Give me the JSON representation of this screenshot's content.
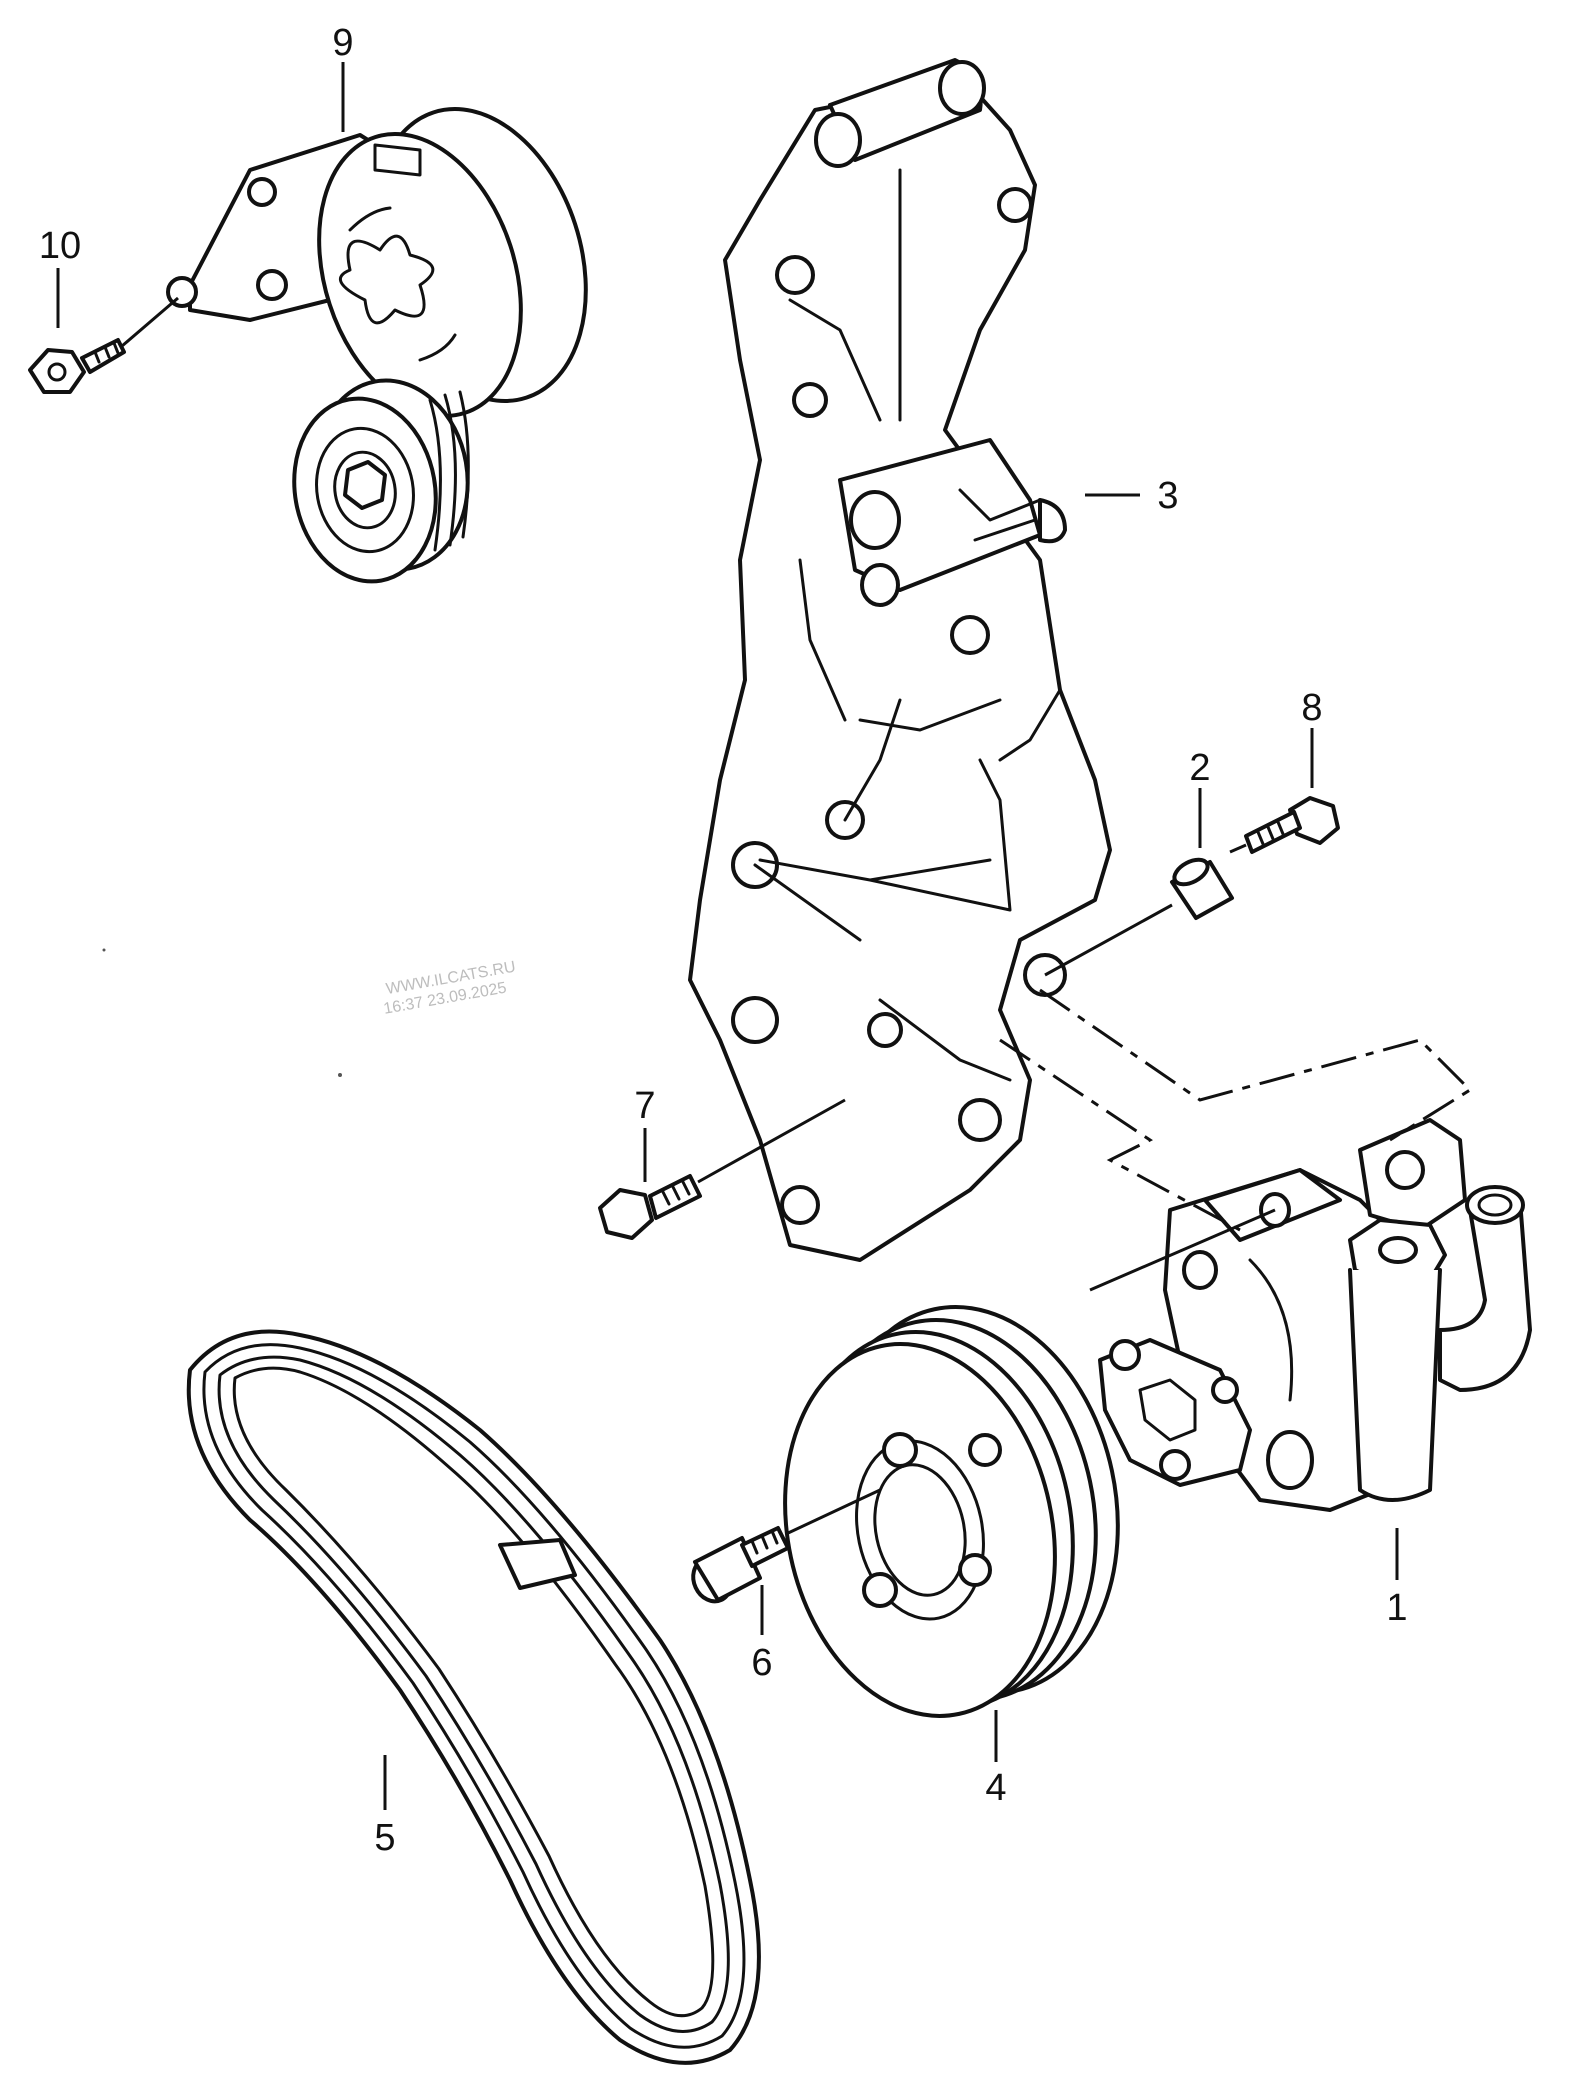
{
  "callouts": [
    {
      "id": "1",
      "label": "1"
    },
    {
      "id": "2",
      "label": "2"
    },
    {
      "id": "3",
      "label": "3"
    },
    {
      "id": "4",
      "label": "4"
    },
    {
      "id": "5",
      "label": "5"
    },
    {
      "id": "6",
      "label": "6"
    },
    {
      "id": "7",
      "label": "7"
    },
    {
      "id": "8",
      "label": "8"
    },
    {
      "id": "9",
      "label": "9"
    },
    {
      "id": "10",
      "label": "10"
    }
  ],
  "watermark": {
    "line1": "WWW.ILCATS.RU",
    "line2": "16:37 23.09.2025"
  },
  "colors": {
    "line": "#111111",
    "background": "#ffffff",
    "watermark": "#bdbdbd"
  }
}
